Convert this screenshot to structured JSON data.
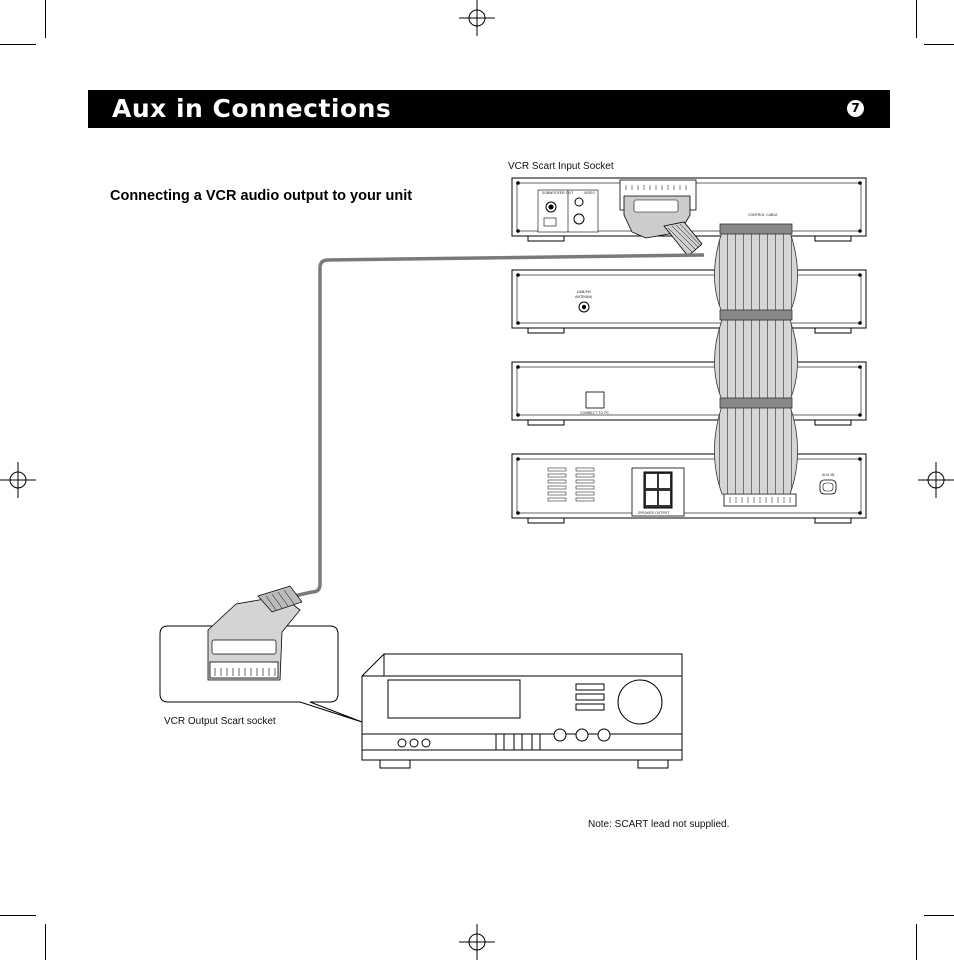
{
  "header": {
    "title": "Aux in Connections",
    "page_number": "7"
  },
  "section": {
    "heading": "Connecting a VCR audio output to your unit"
  },
  "callouts": {
    "vcr_input": "VCR Scart Input Socket",
    "vcr_output": "VCR Output Scart socket",
    "note": "Note: SCART lead not supplied."
  }
}
